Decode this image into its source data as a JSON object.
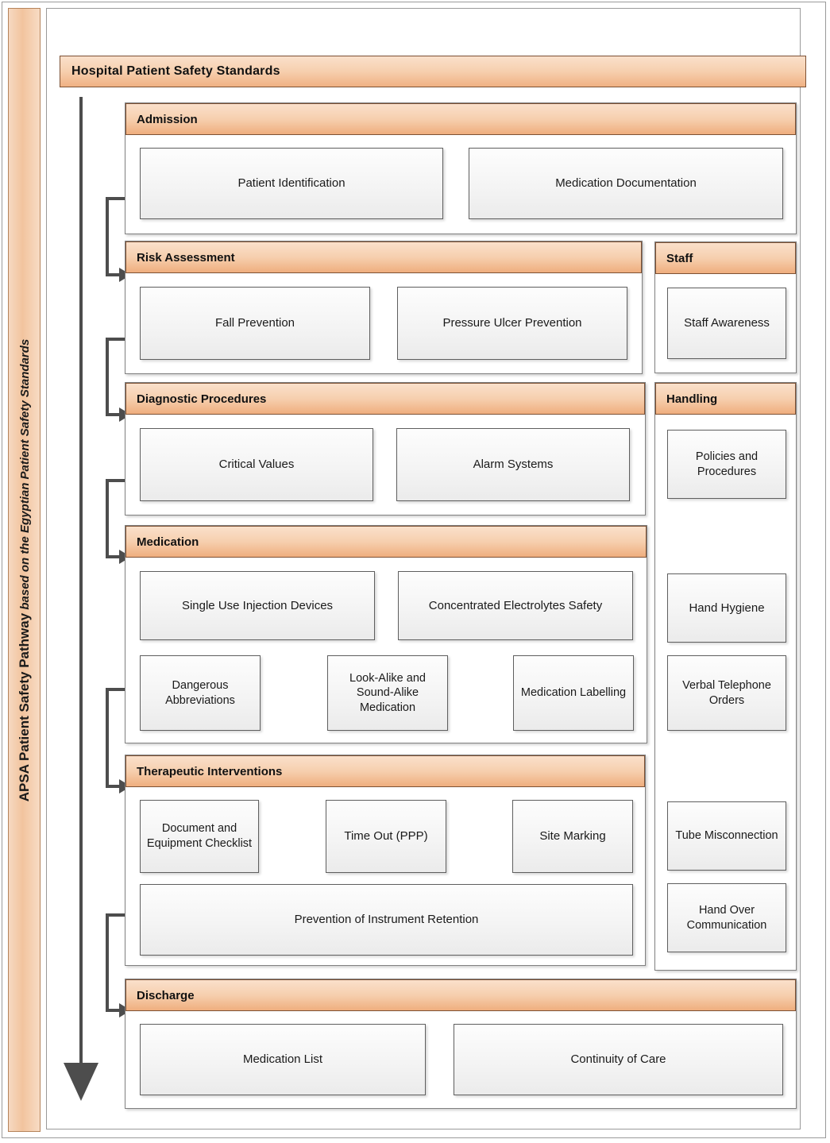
{
  "banner": {
    "title_bold": "APSA Patient Safety Pathway",
    "title_italic": " based on the Egyptian Patient Safety Standards"
  },
  "header": {
    "title": "Hospital Patient Safety Standards"
  },
  "colors": {
    "accent_header": "#f0b183",
    "accent_light": "#fae0cb",
    "banner_fill": "#f2c49e",
    "connector": "#4d4d4d",
    "box_fill": "#f4f4f4",
    "box_border": "#5f5f5f",
    "stage_border": "#808080",
    "header_border": "#7d5134"
  },
  "pathway": {
    "stages": [
      {
        "id": "admission",
        "label": "Admission",
        "items": [
          {
            "label": "Patient Identification"
          },
          {
            "label": "Medication Documentation"
          }
        ]
      },
      {
        "id": "risk-assessment",
        "label": "Risk Assessment",
        "items": [
          {
            "label": "Fall Prevention"
          },
          {
            "label": "Pressure Ulcer Prevention"
          }
        ]
      },
      {
        "id": "diagnostic-procedures",
        "label": "Diagnostic Procedures",
        "items": [
          {
            "label": "Critical Values"
          },
          {
            "label": "Alarm Systems"
          }
        ]
      },
      {
        "id": "medication",
        "label": "Medication",
        "items": [
          {
            "label": "Single Use Injection Devices"
          },
          {
            "label": "Concentrated Electrolytes Safety"
          },
          {
            "label": "Dangerous Abbreviations"
          },
          {
            "label": "Look-Alike and Sound-Alike Medication"
          },
          {
            "label": "Medication Labelling"
          }
        ]
      },
      {
        "id": "therapeutic-interventions",
        "label": "Therapeutic Interventions",
        "items": [
          {
            "label": "Document and Equipment Checklist"
          },
          {
            "label": "Time Out (PPP)"
          },
          {
            "label": "Site Marking"
          },
          {
            "label": "Prevention of Instrument Retention"
          }
        ]
      },
      {
        "id": "discharge",
        "label": "Discharge",
        "items": [
          {
            "label": "Medication List"
          },
          {
            "label": "Continuity of Care"
          }
        ]
      }
    ]
  },
  "side_columns": [
    {
      "id": "staff",
      "label": "Staff",
      "items": [
        {
          "label": "Staff Awareness"
        }
      ]
    },
    {
      "id": "handling",
      "label": "Handling",
      "items": [
        {
          "label": "Policies and Procedures"
        },
        {
          "label": "Hand Hygiene"
        },
        {
          "label": "Verbal Telephone Orders"
        },
        {
          "label": "Tube Misconnection"
        },
        {
          "label": "Hand Over Communication"
        }
      ]
    }
  ]
}
